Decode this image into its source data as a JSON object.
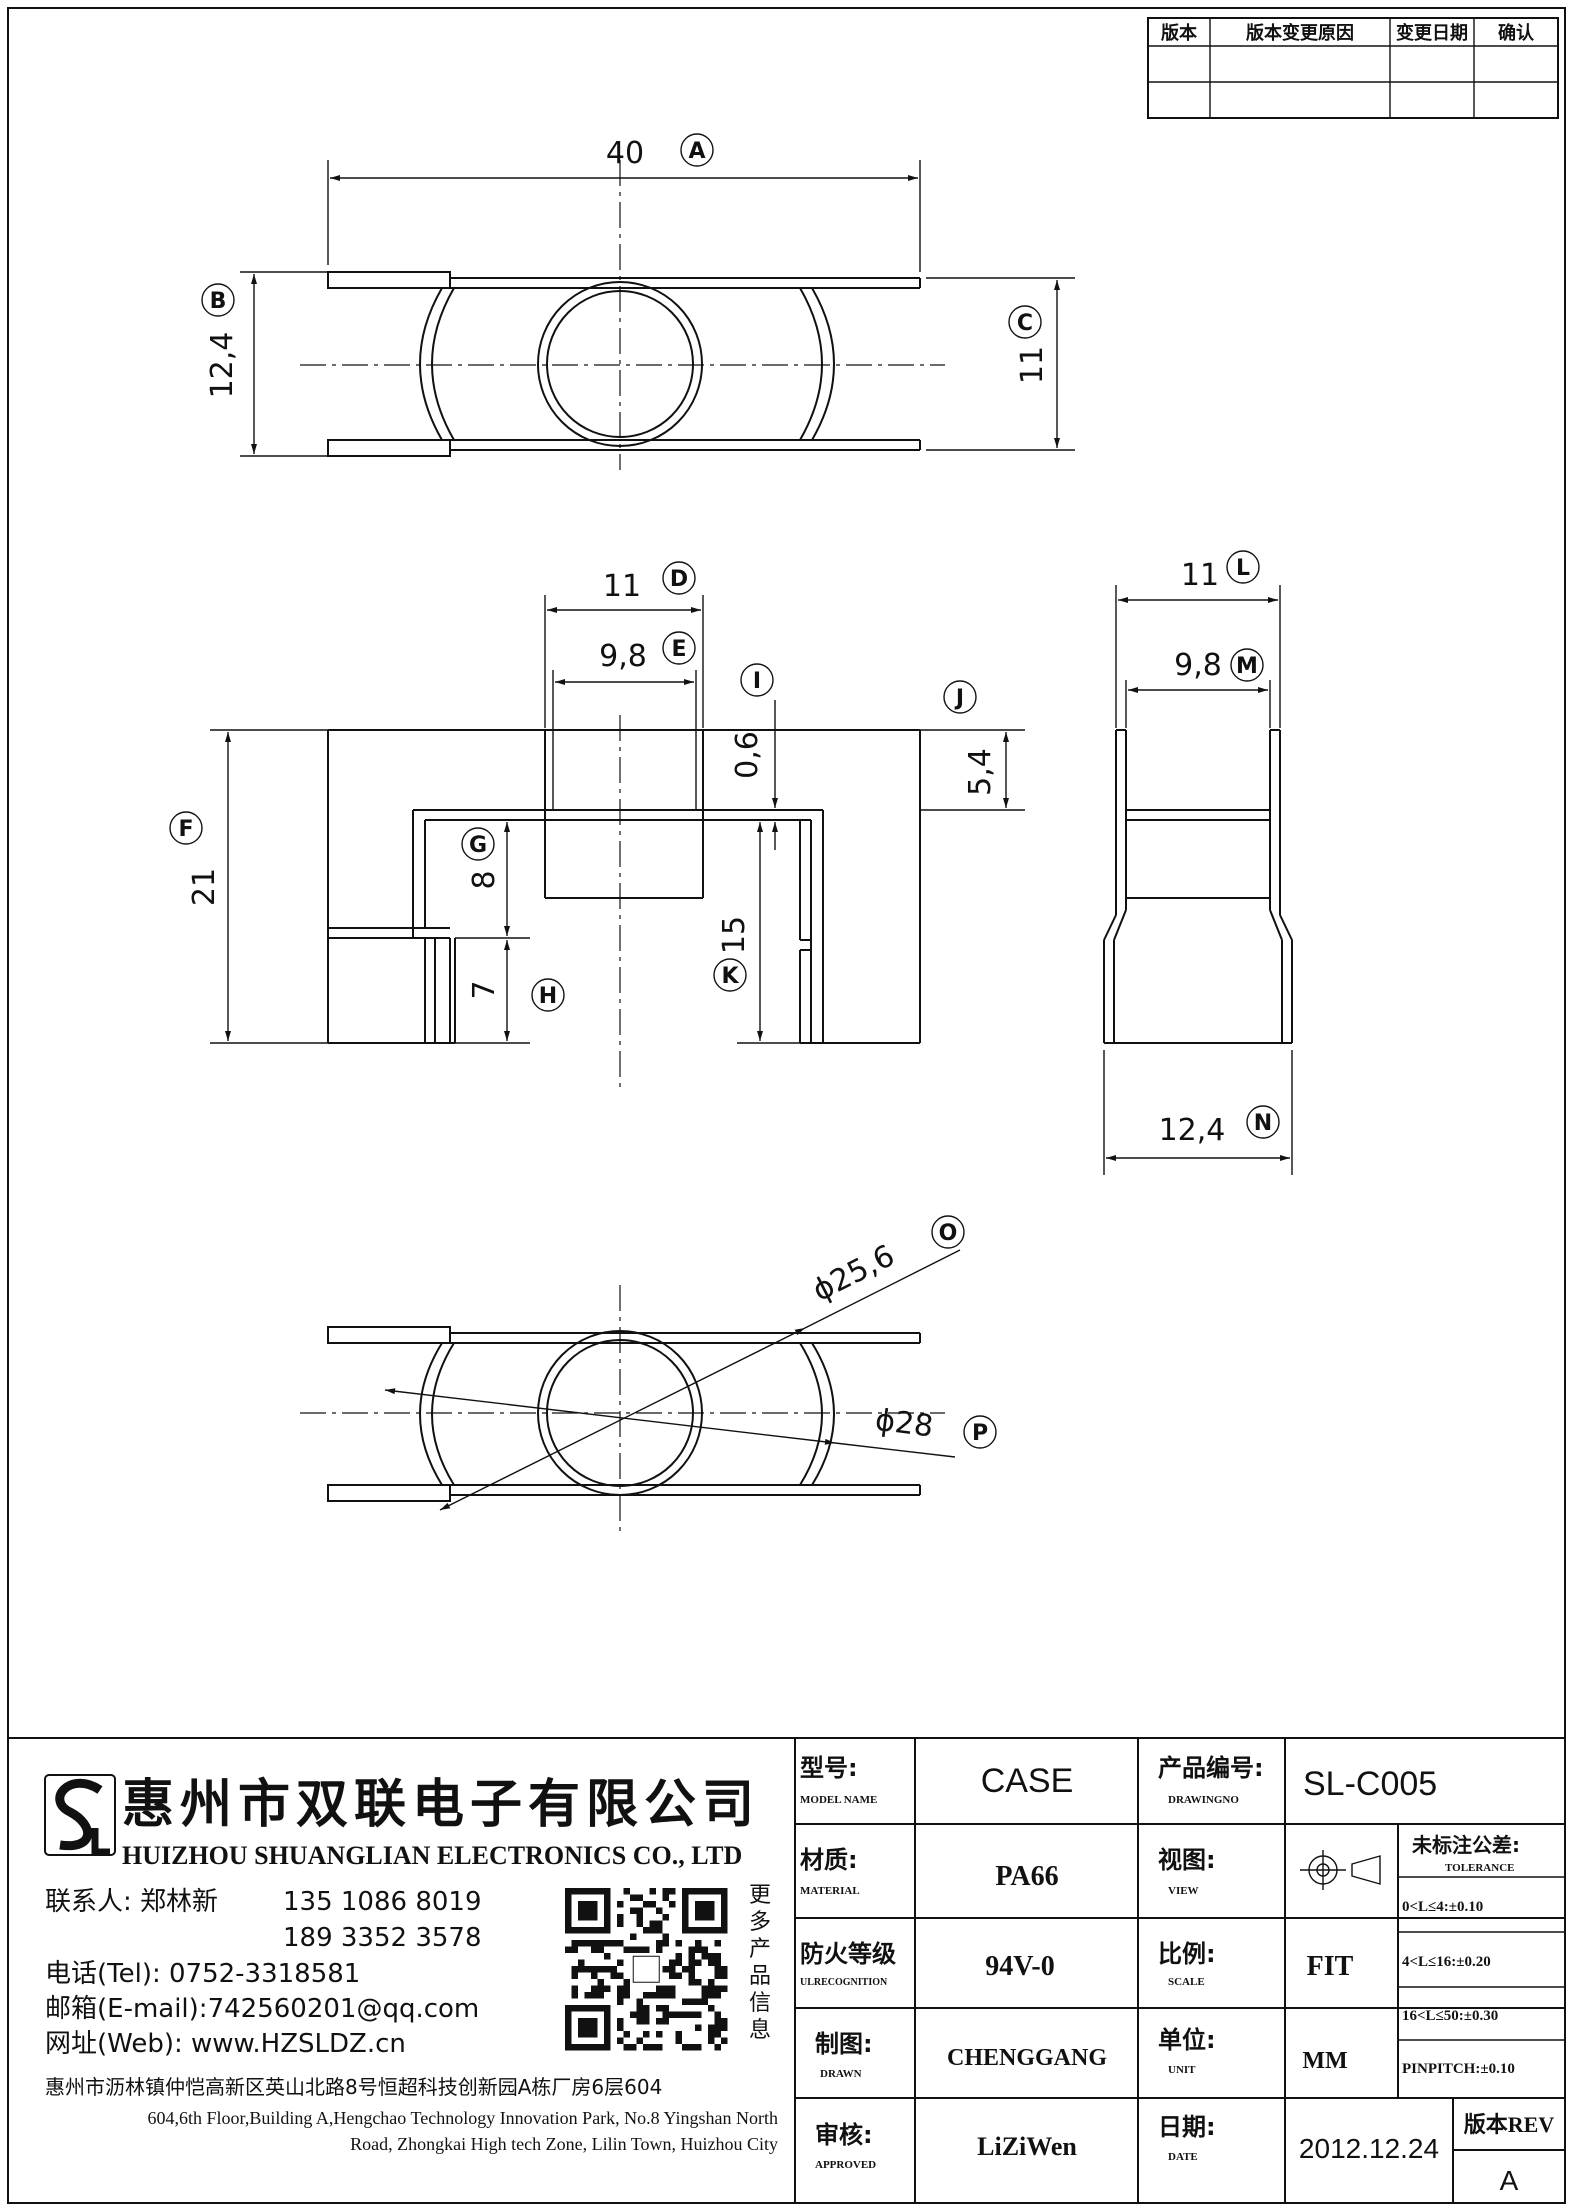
{
  "revision_table": {
    "headers": [
      "版本",
      "版本变更原因",
      "变更日期",
      "确认"
    ]
  },
  "dimensions": {
    "A": {
      "value": "40",
      "letter": "A"
    },
    "B": {
      "value": "12,4",
      "letter": "B"
    },
    "C": {
      "value": "11",
      "letter": "C"
    },
    "D": {
      "value": "11",
      "letter": "D"
    },
    "E": {
      "value": "9,8",
      "letter": "E"
    },
    "F": {
      "value": "21",
      "letter": "F"
    },
    "G": {
      "value": "8",
      "letter": "G"
    },
    "H": {
      "value": "7",
      "letter": "H"
    },
    "I": {
      "value": "0,6",
      "letter": "I"
    },
    "J": {
      "value": "5,4",
      "letter": "J"
    },
    "K": {
      "value": "15",
      "letter": "K"
    },
    "L": {
      "value": "11",
      "letter": "L"
    },
    "M": {
      "value": "9,8",
      "letter": "M"
    },
    "N": {
      "value": "12,4",
      "letter": "N"
    },
    "O": {
      "value": "ϕ25,6",
      "letter": "O"
    },
    "P": {
      "value": "ϕ28",
      "letter": "P"
    }
  },
  "company": {
    "name_cn": "惠州市双联电子有限公司",
    "name_en": "HUIZHOU SHUANGLIAN ELECTRONICS CO., LTD",
    "contact_label": "联系人: 郑林新",
    "phone1": "135 1086 8019",
    "phone2": "189 3352 3578",
    "tel": "电话(Tel): 0752-3318581",
    "email": "邮箱(E-mail):742560201@qq.com",
    "web": "网址(Web): www.HZSLDZ.cn",
    "address_cn": "惠州市沥林镇仲恺高新区英山北路8号恒超科技创新园A栋厂房6层604",
    "address_en_1": "604,6th Floor,Building A,Hengchao Technology Innovation Park, No.8 Yingshan North",
    "address_en_2": "Road, Zhongkai High tech Zone, Lilin Town, Huizhou City",
    "qr_side": [
      "更",
      "多",
      "产",
      "品",
      "信",
      "息"
    ]
  },
  "title_block": {
    "model_label": "型号:",
    "model_label_en": "MODEL NAME",
    "model": "CASE",
    "drawing_label": "产品编号:",
    "drawing_label_en": "DRAWINGNO",
    "drawing_no": "SL-C005",
    "material_label": "材质:",
    "material_label_en": "MATERIAL",
    "material": "PA66",
    "view_label": "视图:",
    "view_label_en": "VIEW",
    "tolerance_label": "未标注公差:",
    "tolerance_label_en": "TOLERANCE",
    "tolerances": [
      "0<L≤4:±0.10",
      "4<L≤16:±0.20",
      "16<L≤50:±0.30",
      "PINPITCH:±0.10"
    ],
    "fire_label": "防火等级",
    "fire_label_en": "ULRECOGNITION",
    "fire": "94V-0",
    "scale_label": "比例:",
    "scale_label_en": "SCALE",
    "scale": "FIT",
    "drawn_label": "制图:",
    "drawn_label_en": "DRAWN",
    "drawn": "CHENGGANG",
    "unit_label": "单位:",
    "unit_label_en": "UNIT",
    "unit": "MM",
    "approved_label": "审核:",
    "approved_label_en": "APPROVED",
    "approved": "LiZiWen",
    "date_label": "日期:",
    "date_label_en": "DATE",
    "date": "2012.12.24",
    "rev_label": "版本REV",
    "rev": "A"
  }
}
